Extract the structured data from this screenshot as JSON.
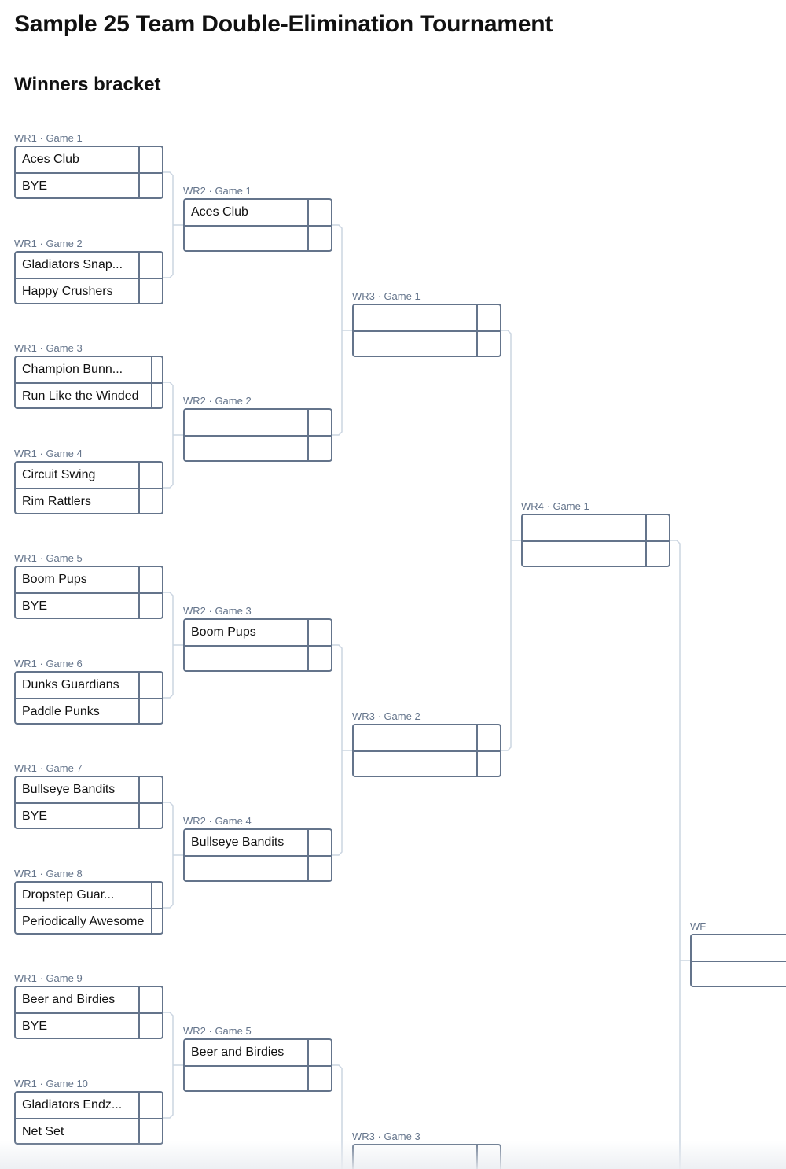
{
  "page_title": "Sample 25 Team Double-Elimination Tournament",
  "section_title": "Winners bracket",
  "matches": {
    "wr1g1": {
      "label": "WR1 · Game 1",
      "teams": [
        "Aces Club",
        "BYE"
      ]
    },
    "wr1g2": {
      "label": "WR1 · Game 2",
      "teams": [
        "Gladiators Snap...",
        "Happy Crushers"
      ]
    },
    "wr1g3": {
      "label": "WR1 · Game 3",
      "teams": [
        "Champion Bunn...",
        "Run Like the Winded"
      ]
    },
    "wr1g4": {
      "label": "WR1 · Game 4",
      "teams": [
        "Circuit Swing",
        "Rim Rattlers"
      ]
    },
    "wr1g5": {
      "label": "WR1 · Game 5",
      "teams": [
        "Boom Pups",
        "BYE"
      ]
    },
    "wr1g6": {
      "label": "WR1 · Game 6",
      "teams": [
        "Dunks Guardians",
        "Paddle Punks"
      ]
    },
    "wr1g7": {
      "label": "WR1 · Game 7",
      "teams": [
        "Bullseye Bandits",
        "BYE"
      ]
    },
    "wr1g8": {
      "label": "WR1 · Game 8",
      "teams": [
        "Dropstep Guar...",
        "Periodically Awesome"
      ]
    },
    "wr1g9": {
      "label": "WR1 · Game 9",
      "teams": [
        "Beer and Birdies",
        "BYE"
      ]
    },
    "wr1g10": {
      "label": "WR1 · Game 10",
      "teams": [
        "Gladiators Endz...",
        "Net Set"
      ]
    },
    "wr2g1": {
      "label": "WR2 · Game 1",
      "teams": [
        "Aces Club",
        ""
      ]
    },
    "wr2g2": {
      "label": "WR2 · Game 2",
      "teams": [
        "",
        ""
      ]
    },
    "wr2g3": {
      "label": "WR2 · Game 3",
      "teams": [
        "Boom Pups",
        ""
      ]
    },
    "wr2g4": {
      "label": "WR2 · Game 4",
      "teams": [
        "Bullseye Bandits",
        ""
      ]
    },
    "wr2g5": {
      "label": "WR2 · Game 5",
      "teams": [
        "Beer and Birdies",
        ""
      ]
    },
    "wr3g1": {
      "label": "WR3 · Game 1",
      "teams": [
        "",
        ""
      ]
    },
    "wr3g2": {
      "label": "WR3 · Game 2",
      "teams": [
        "",
        ""
      ]
    },
    "wr3g3": {
      "label": "WR3 · Game 3",
      "teams": [
        "",
        ""
      ]
    },
    "wr4g1": {
      "label": "WR4 · Game 1",
      "teams": [
        "",
        ""
      ]
    },
    "wf": {
      "label": "WF",
      "teams": [
        "",
        ""
      ]
    }
  }
}
